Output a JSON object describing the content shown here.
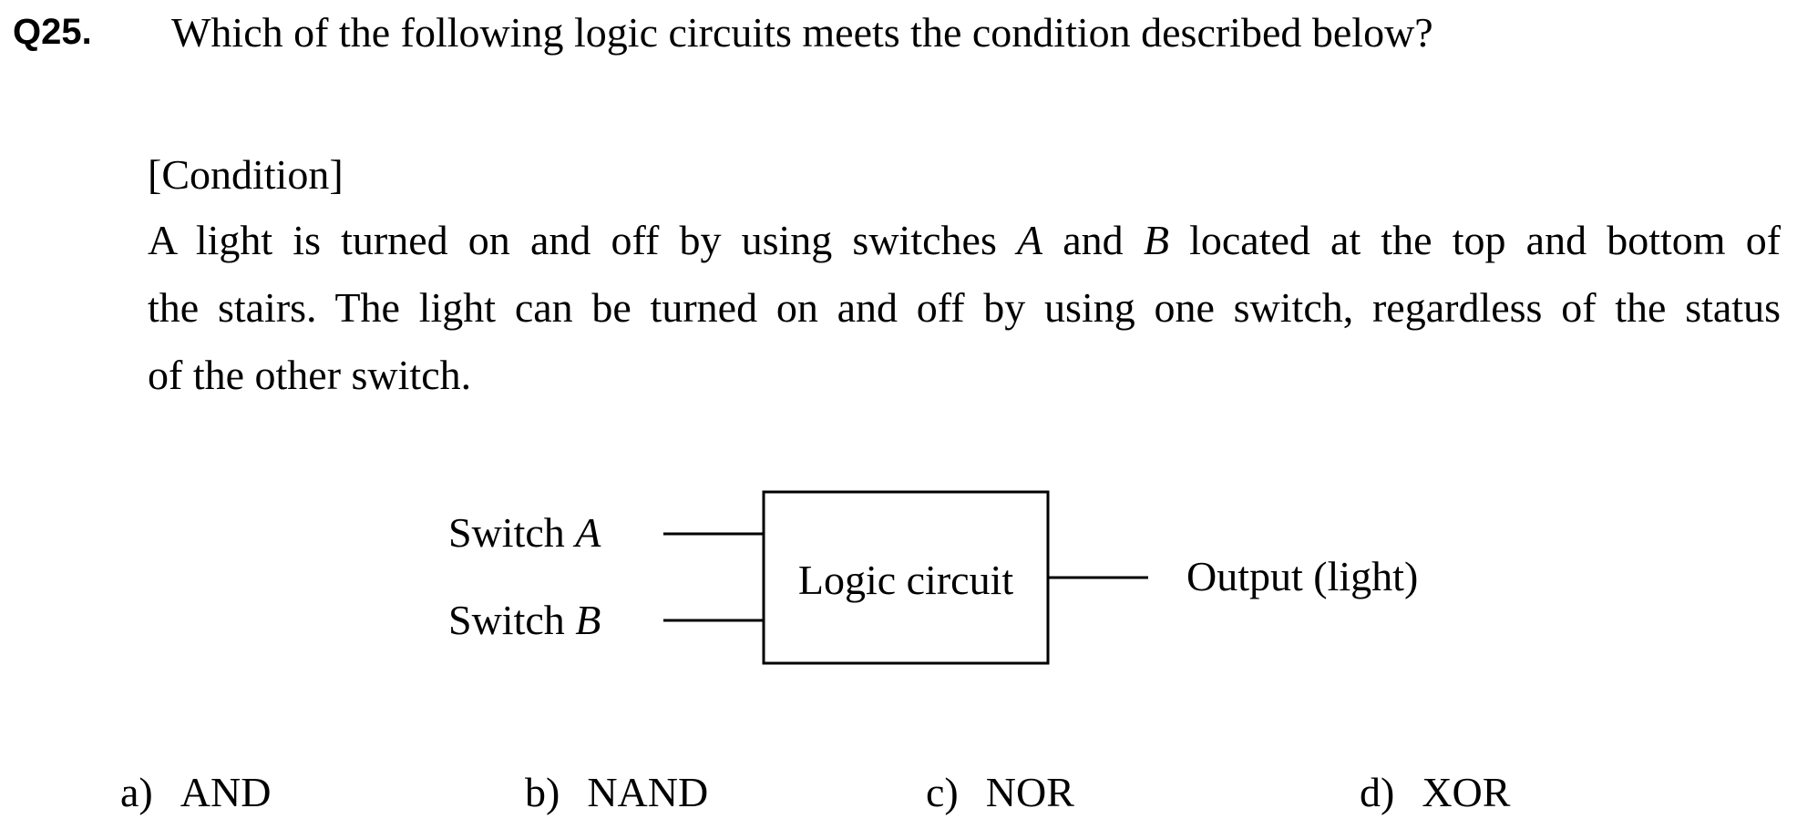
{
  "question": {
    "number": "Q25.",
    "text": "Which of the following logic circuits meets the condition described below?"
  },
  "condition": {
    "heading": "[Condition]",
    "line1": {
      "pre": "A light is turned on and off by using switches ",
      "var_a": "A",
      "mid": " and ",
      "var_b": "B",
      "post": " located at the top and bottom of"
    },
    "line2": "the stairs. The light can be turned on and off by using one switch, regardless of the status",
    "line3": "of the other switch."
  },
  "diagram": {
    "switch_a_label": "Switch ",
    "switch_a_var": "A",
    "switch_b_label": "Switch ",
    "switch_b_var": "B",
    "box_label": "Logic circuit",
    "output_label": "Output (light)"
  },
  "choices": [
    {
      "letter": "a)",
      "label": "AND"
    },
    {
      "letter": "b)",
      "label": "NAND"
    },
    {
      "letter": "c)",
      "label": "NOR"
    },
    {
      "letter": "d)",
      "label": "XOR"
    }
  ]
}
